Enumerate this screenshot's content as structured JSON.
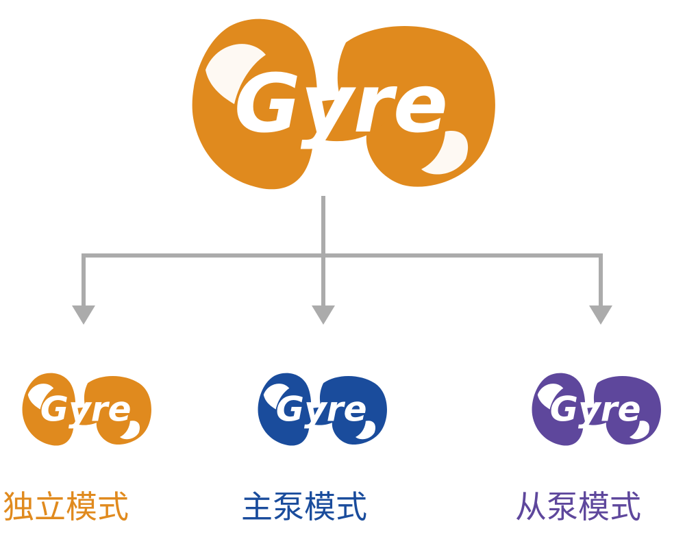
{
  "colors": {
    "orange": "#E08A1E",
    "blue": "#1A4C9C",
    "purple": "#5E479C",
    "connector": "#ABABAB"
  },
  "logo": {
    "word": "Gyre"
  },
  "modes": [
    {
      "label": "独立模式",
      "color": "#E08A1E"
    },
    {
      "label": "主泵模式",
      "color": "#1A4C9C"
    },
    {
      "label": "从泵模式",
      "color": "#5E479C"
    }
  ]
}
